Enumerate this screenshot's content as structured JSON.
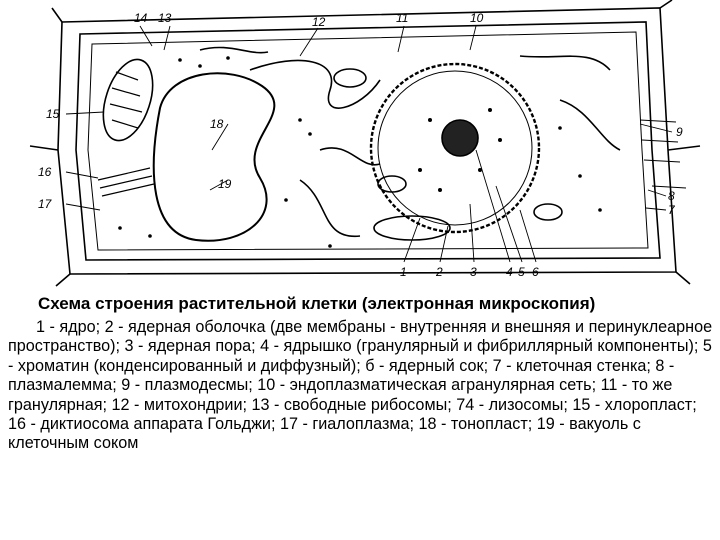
{
  "title": "Схема строения растительной клетки (электронная микроскопия)",
  "legend": "1 - ядро; 2 - ядерная оболочка (две мембраны - внутренняя и внешняя и перинуклеарное пространство); 3 - ядерная пора; 4 - ядрышко (гранулярный и фибриллярный компоненты); 5 - хроматин (конденсированный и диффузный); б - ядерный сок; 7 - клеточная стенка; 8 - плазмалемма; 9 - плазмодесмы; 10 - эндоплазматическая агранулярная сеть; 11 - то же гранулярная; 12 - митохондрии; 13 - свободные рибосомы; 74 - лизосомы; 15 - хлоропласт; 16 - диктиосома аппарата Гольджи; 17 - гиалоплазма; 18 - тонопласт; 19 - вакуоль с клеточным соком",
  "labels": {
    "n1": "1",
    "n2": "2",
    "n3": "3",
    "n4": "4",
    "n5": "5",
    "n6": "6",
    "n7": "7",
    "n8": "8",
    "n9": "9",
    "n10": "10",
    "n11": "11",
    "n12": "12",
    "n13": "13",
    "n14": "14",
    "n15": "15",
    "n16": "16",
    "n17": "17",
    "n18": "18",
    "n19": "19"
  }
}
